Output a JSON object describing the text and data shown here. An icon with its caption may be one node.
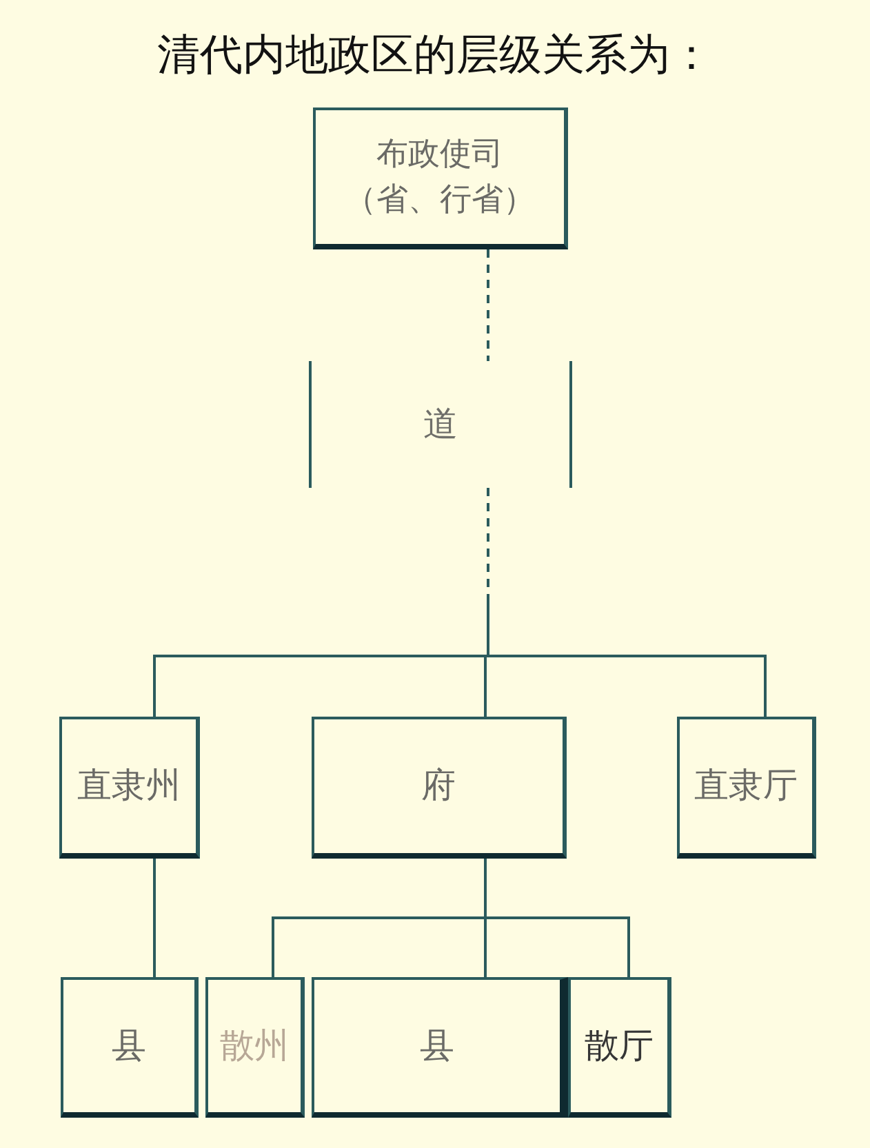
{
  "diagram": {
    "title": "清代内地政区的层级关系为：",
    "nodes": [
      {
        "text": [
          "布政使司",
          "（省、行省）"
        ]
      },
      {
        "text": [
          "道"
        ]
      },
      {
        "text": [
          "直隶州"
        ]
      },
      {
        "text": [
          "府"
        ]
      },
      {
        "text": [
          "直隶厅"
        ]
      },
      {
        "text": [
          "县"
        ]
      },
      {
        "text": [
          "散州"
        ]
      },
      {
        "text": [
          "县"
        ]
      },
      {
        "text": [
          "散厅"
        ]
      }
    ],
    "edges": [
      {
        "from": 0,
        "to": 1,
        "arrow": "none",
        "style": "dashed"
      },
      {
        "from": 1,
        "to": 2,
        "arrow": "none",
        "style": "dashed"
      },
      {
        "from": 1,
        "to": 3,
        "arrow": "none",
        "style": "dashed"
      },
      {
        "from": 1,
        "to": 4,
        "arrow": "none",
        "style": "dashed"
      },
      {
        "from": 2,
        "to": 5,
        "arrow": "none"
      },
      {
        "from": 3,
        "to": 6,
        "arrow": "none"
      },
      {
        "from": 3,
        "to": 7,
        "arrow": "none"
      },
      {
        "from": 3,
        "to": 8,
        "arrow": "none"
      }
    ]
  }
}
